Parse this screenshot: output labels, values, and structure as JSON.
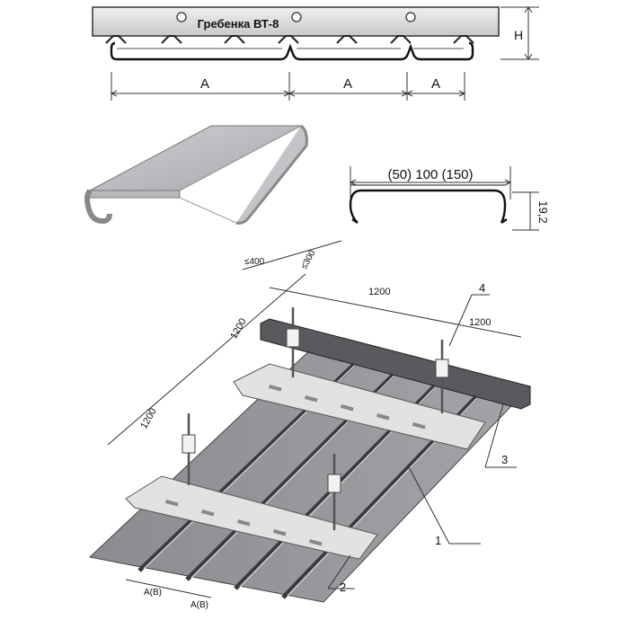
{
  "top_section": {
    "rail_title": "Гребенка ВТ-8",
    "height_label": "H",
    "spacing_labels": [
      "A",
      "A",
      "A"
    ]
  },
  "profile_section": {
    "width_label": "(50) 100 (150)",
    "height_label": "19,2"
  },
  "assembly_section": {
    "dimensions": {
      "edge_offset": "≤400",
      "hanger_offset": "≤300",
      "span_1": "1200",
      "span_2": "1200",
      "span_3": "1200",
      "span_4": "1200"
    },
    "callouts": [
      "1",
      "2",
      "3",
      "4"
    ],
    "panel_pitch_labels": [
      "A(B)",
      "A(B)"
    ]
  },
  "colors": {
    "panel": "#9a9a9e",
    "panel_dark": "#6e6e72",
    "rail": "#d8d8d8",
    "line": "#1a1a1a"
  }
}
